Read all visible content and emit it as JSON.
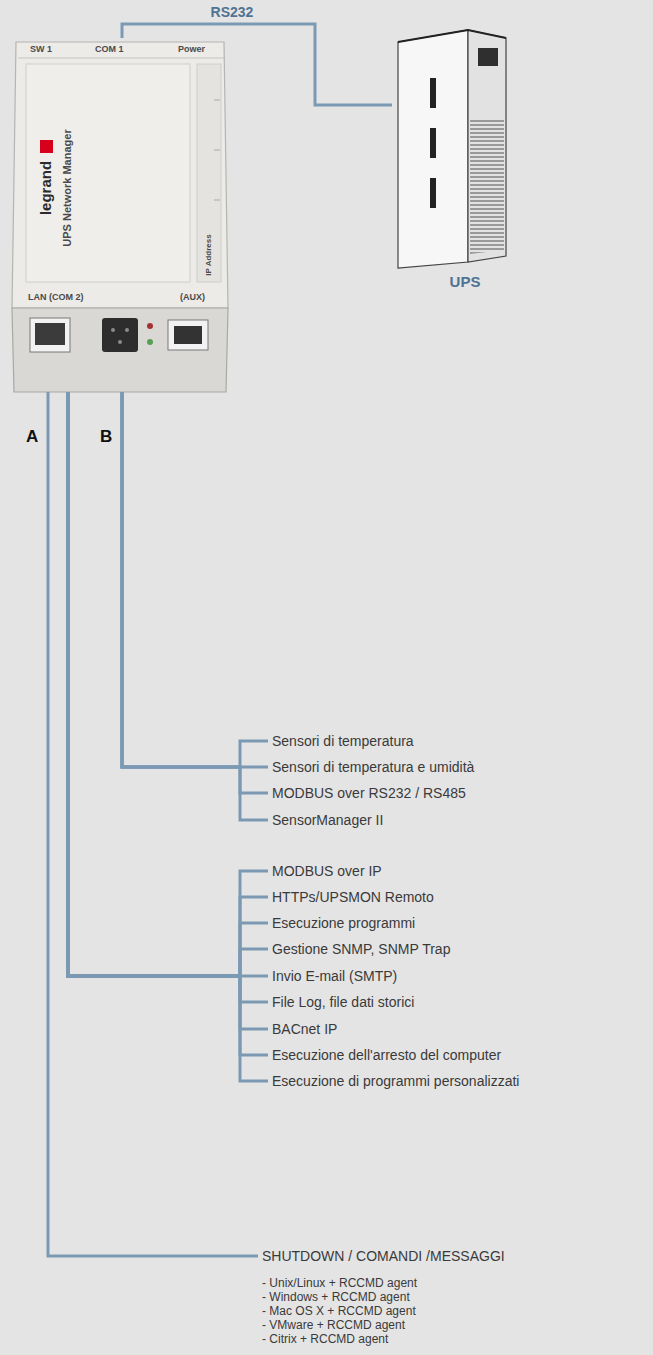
{
  "diagram": {
    "nodes": [
      {
        "text": [
          "SW 1",
          "COM 1",
          "Power",
          "legrand",
          "UPS Network Manager",
          "IP Address",
          "LAN (COM 2)",
          "(AUX)"
        ]
      },
      {
        "text": [
          "UPS"
        ]
      },
      {
        "text": [
          "Sensori di temperatura"
        ]
      },
      {
        "text": [
          "Sensori di temperatura e umidità"
        ]
      },
      {
        "text": [
          "MODBUS over RS232 / RS485"
        ]
      },
      {
        "text": [
          "SensorManager II"
        ]
      },
      {
        "text": [
          "MODBUS over IP"
        ]
      },
      {
        "text": [
          "HTTPs/UPSMON Remoto"
        ]
      },
      {
        "text": [
          "Esecuzione programmi"
        ]
      },
      {
        "text": [
          "Gestione SNMP, SNMP Trap"
        ]
      },
      {
        "text": [
          "Invio E-mail (SMTP)"
        ]
      },
      {
        "text": [
          "File Log, file dati storici"
        ]
      },
      {
        "text": [
          "BACnet IP"
        ]
      },
      {
        "text": [
          "Esecuzione dell'arresto del computer"
        ]
      },
      {
        "text": [
          "Esecuzione di programmi personalizzati"
        ]
      },
      {
        "text": [
          "SHUTDOWN / COMANDI /MESSAGGI",
          "- Unix/Linux + RCCMD agent",
          "- Windows + RCCMD agent",
          "- Mac OS X + RCCMD agent",
          "- VMware + RCCMD agent",
          "- Citrix + RCCMD agent"
        ]
      }
    ],
    "edges": [
      {
        "from": 0,
        "to": 1,
        "label": "RS232",
        "arrow": "none"
      },
      {
        "from": 0,
        "to": 2,
        "arrow": "none"
      },
      {
        "from": 0,
        "to": 3,
        "arrow": "none"
      },
      {
        "from": 0,
        "to": 4,
        "arrow": "none"
      },
      {
        "from": 0,
        "to": 5,
        "arrow": "none"
      },
      {
        "from": 0,
        "to": 6,
        "arrow": "none"
      },
      {
        "from": 0,
        "to": 7,
        "arrow": "none"
      },
      {
        "from": 0,
        "to": 8,
        "arrow": "none"
      },
      {
        "from": 0,
        "to": 9,
        "arrow": "none"
      },
      {
        "from": 0,
        "to": 10,
        "arrow": "none"
      },
      {
        "from": 0,
        "to": 11,
        "arrow": "none"
      },
      {
        "from": 0,
        "to": 12,
        "arrow": "none"
      },
      {
        "from": 0,
        "to": 13,
        "arrow": "none"
      },
      {
        "from": 0,
        "to": 14,
        "arrow": "none"
      },
      {
        "from": 0,
        "to": 15,
        "arrow": "none"
      }
    ],
    "labels": [
      "A",
      "B"
    ]
  }
}
